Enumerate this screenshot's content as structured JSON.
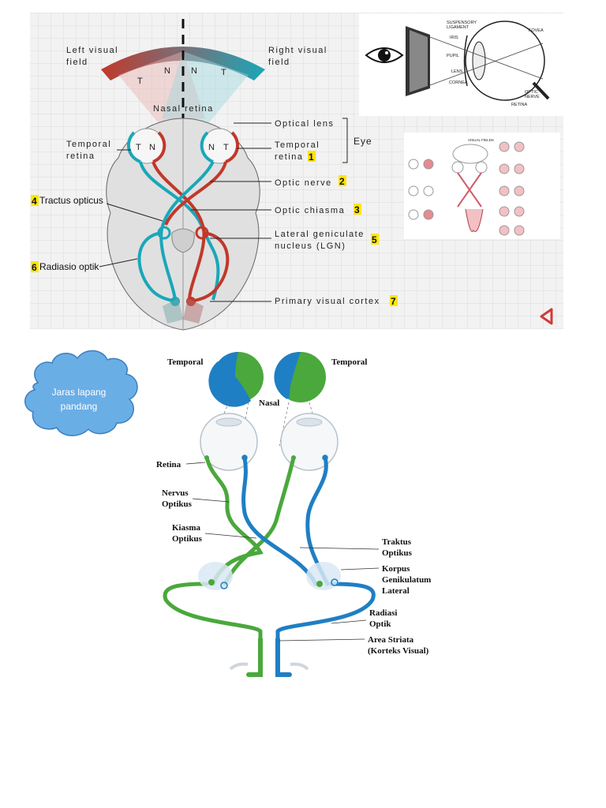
{
  "top_panel": {
    "visual_fields": {
      "left": [
        "Left visual",
        "field"
      ],
      "right": [
        "Right visual",
        "field"
      ]
    },
    "hemifield_letters": {
      "t_left": "T",
      "n_left": "N",
      "n_right": "N",
      "t_right": "T"
    },
    "eye_letters": {
      "left_t": "T",
      "left_n": "N",
      "right_n": "N",
      "right_t": "T"
    },
    "nasal_retina": "Nasal retina",
    "temporal_retina_left": [
      "Temporal",
      "retina"
    ],
    "labels": {
      "optical_lens": "Optical lens",
      "eye": "Eye",
      "temporal_retina": [
        "Temporal",
        "retina"
      ],
      "temporal_retina_num": "1",
      "optic_nerve": "Optic nerve",
      "optic_nerve_num": "2",
      "optic_chiasma": "Optic chiasma",
      "optic_chiasma_num": "3",
      "tractus_num": "4",
      "tractus": "Tractus opticus",
      "lgn": [
        "Lateral geniculate",
        "nucleus (LGN)"
      ],
      "lgn_num": "5",
      "radiasio_num": "6",
      "radiasio": "Radiasio optik",
      "cortex": "Primary visual cortex",
      "cortex_num": "7"
    },
    "eye_anatomy": {
      "suspensory": [
        "SUSPENSORY",
        "LIGAMENT"
      ],
      "iris": "IRIS",
      "pupil": "PUPIL",
      "lens": "LENS",
      "cornea": "CORNEA",
      "fovea": "FOVEA",
      "optic_nerve": [
        "OPTIC",
        "NERVE"
      ],
      "retina": "RETINA"
    },
    "field_defects": {
      "heading": "VISUAL FIELDS"
    },
    "colors": {
      "red": "#c0392b",
      "cyan": "#1aa7b8",
      "highlight": "#ffe600",
      "grid_bg": "#f2f2f2"
    }
  },
  "cloud_label": [
    "Jaras lapang",
    "pandang"
  ],
  "bottom_panel": {
    "temporal_left": "Temporal",
    "temporal_right": "Temporal",
    "nasal": "Nasal",
    "retina": "Retina",
    "nervus": [
      "Nervus",
      "Optikus"
    ],
    "kiasma": [
      "Kiasma",
      "Optikus"
    ],
    "traktus": [
      "Traktus",
      "Optikus"
    ],
    "korpus": [
      "Korpus",
      "Genikulatum",
      "Lateral"
    ],
    "radiasi": [
      "Radiasi",
      "Optik"
    ],
    "area": [
      "Area Striata",
      "(Korteks Visual)"
    ],
    "colors": {
      "blue": "#1f7fc4",
      "green": "#4aa83c",
      "cloud": "#6aaee6"
    }
  }
}
